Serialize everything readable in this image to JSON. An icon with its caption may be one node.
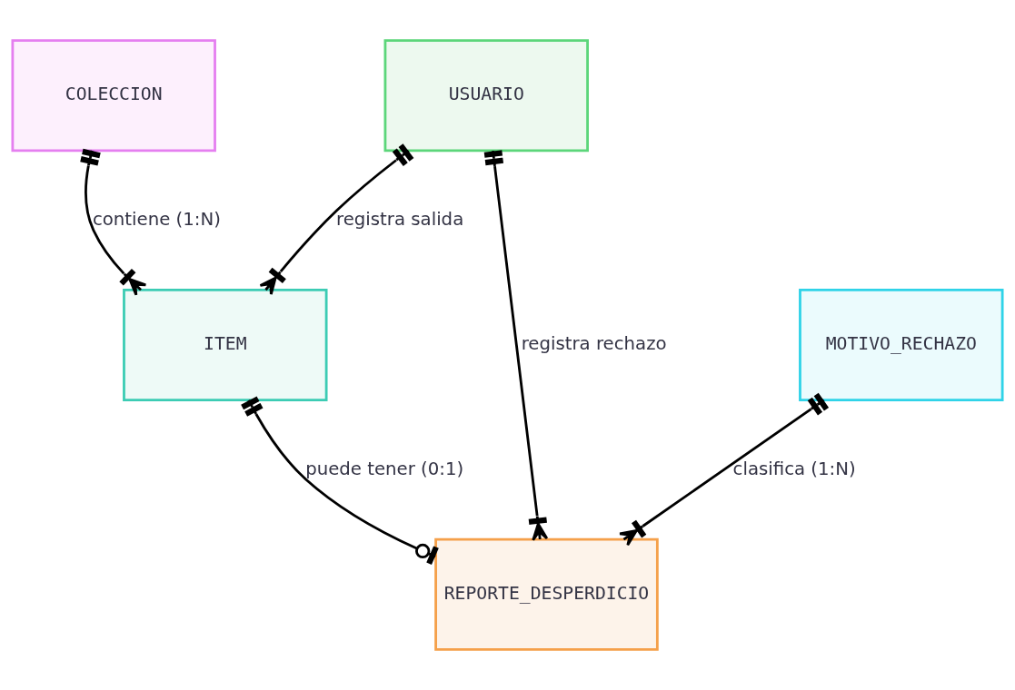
{
  "diagram": {
    "nodes": [
      {
        "text": [
          "COLECCION"
        ]
      },
      {
        "text": [
          "USUARIO"
        ]
      },
      {
        "text": [
          "ITEM"
        ]
      },
      {
        "text": [
          "MOTIVO_RECHAZO"
        ]
      },
      {
        "text": [
          "REPORTE_DESPERDICIO"
        ]
      }
    ],
    "edges": [
      {
        "from": 0,
        "to": 2,
        "arrow": "other",
        "label": "contiene (1:N)"
      },
      {
        "from": 1,
        "to": 2,
        "arrow": "other",
        "label": "registra salida"
      },
      {
        "from": 1,
        "to": 4,
        "arrow": "other",
        "label": "registra rechazo"
      },
      {
        "from": 2,
        "to": 4,
        "arrow": "other",
        "label": "puede tener (0:1)"
      },
      {
        "from": 3,
        "to": 4,
        "arrow": "other",
        "label": "clasifica (1:N)"
      }
    ]
  }
}
